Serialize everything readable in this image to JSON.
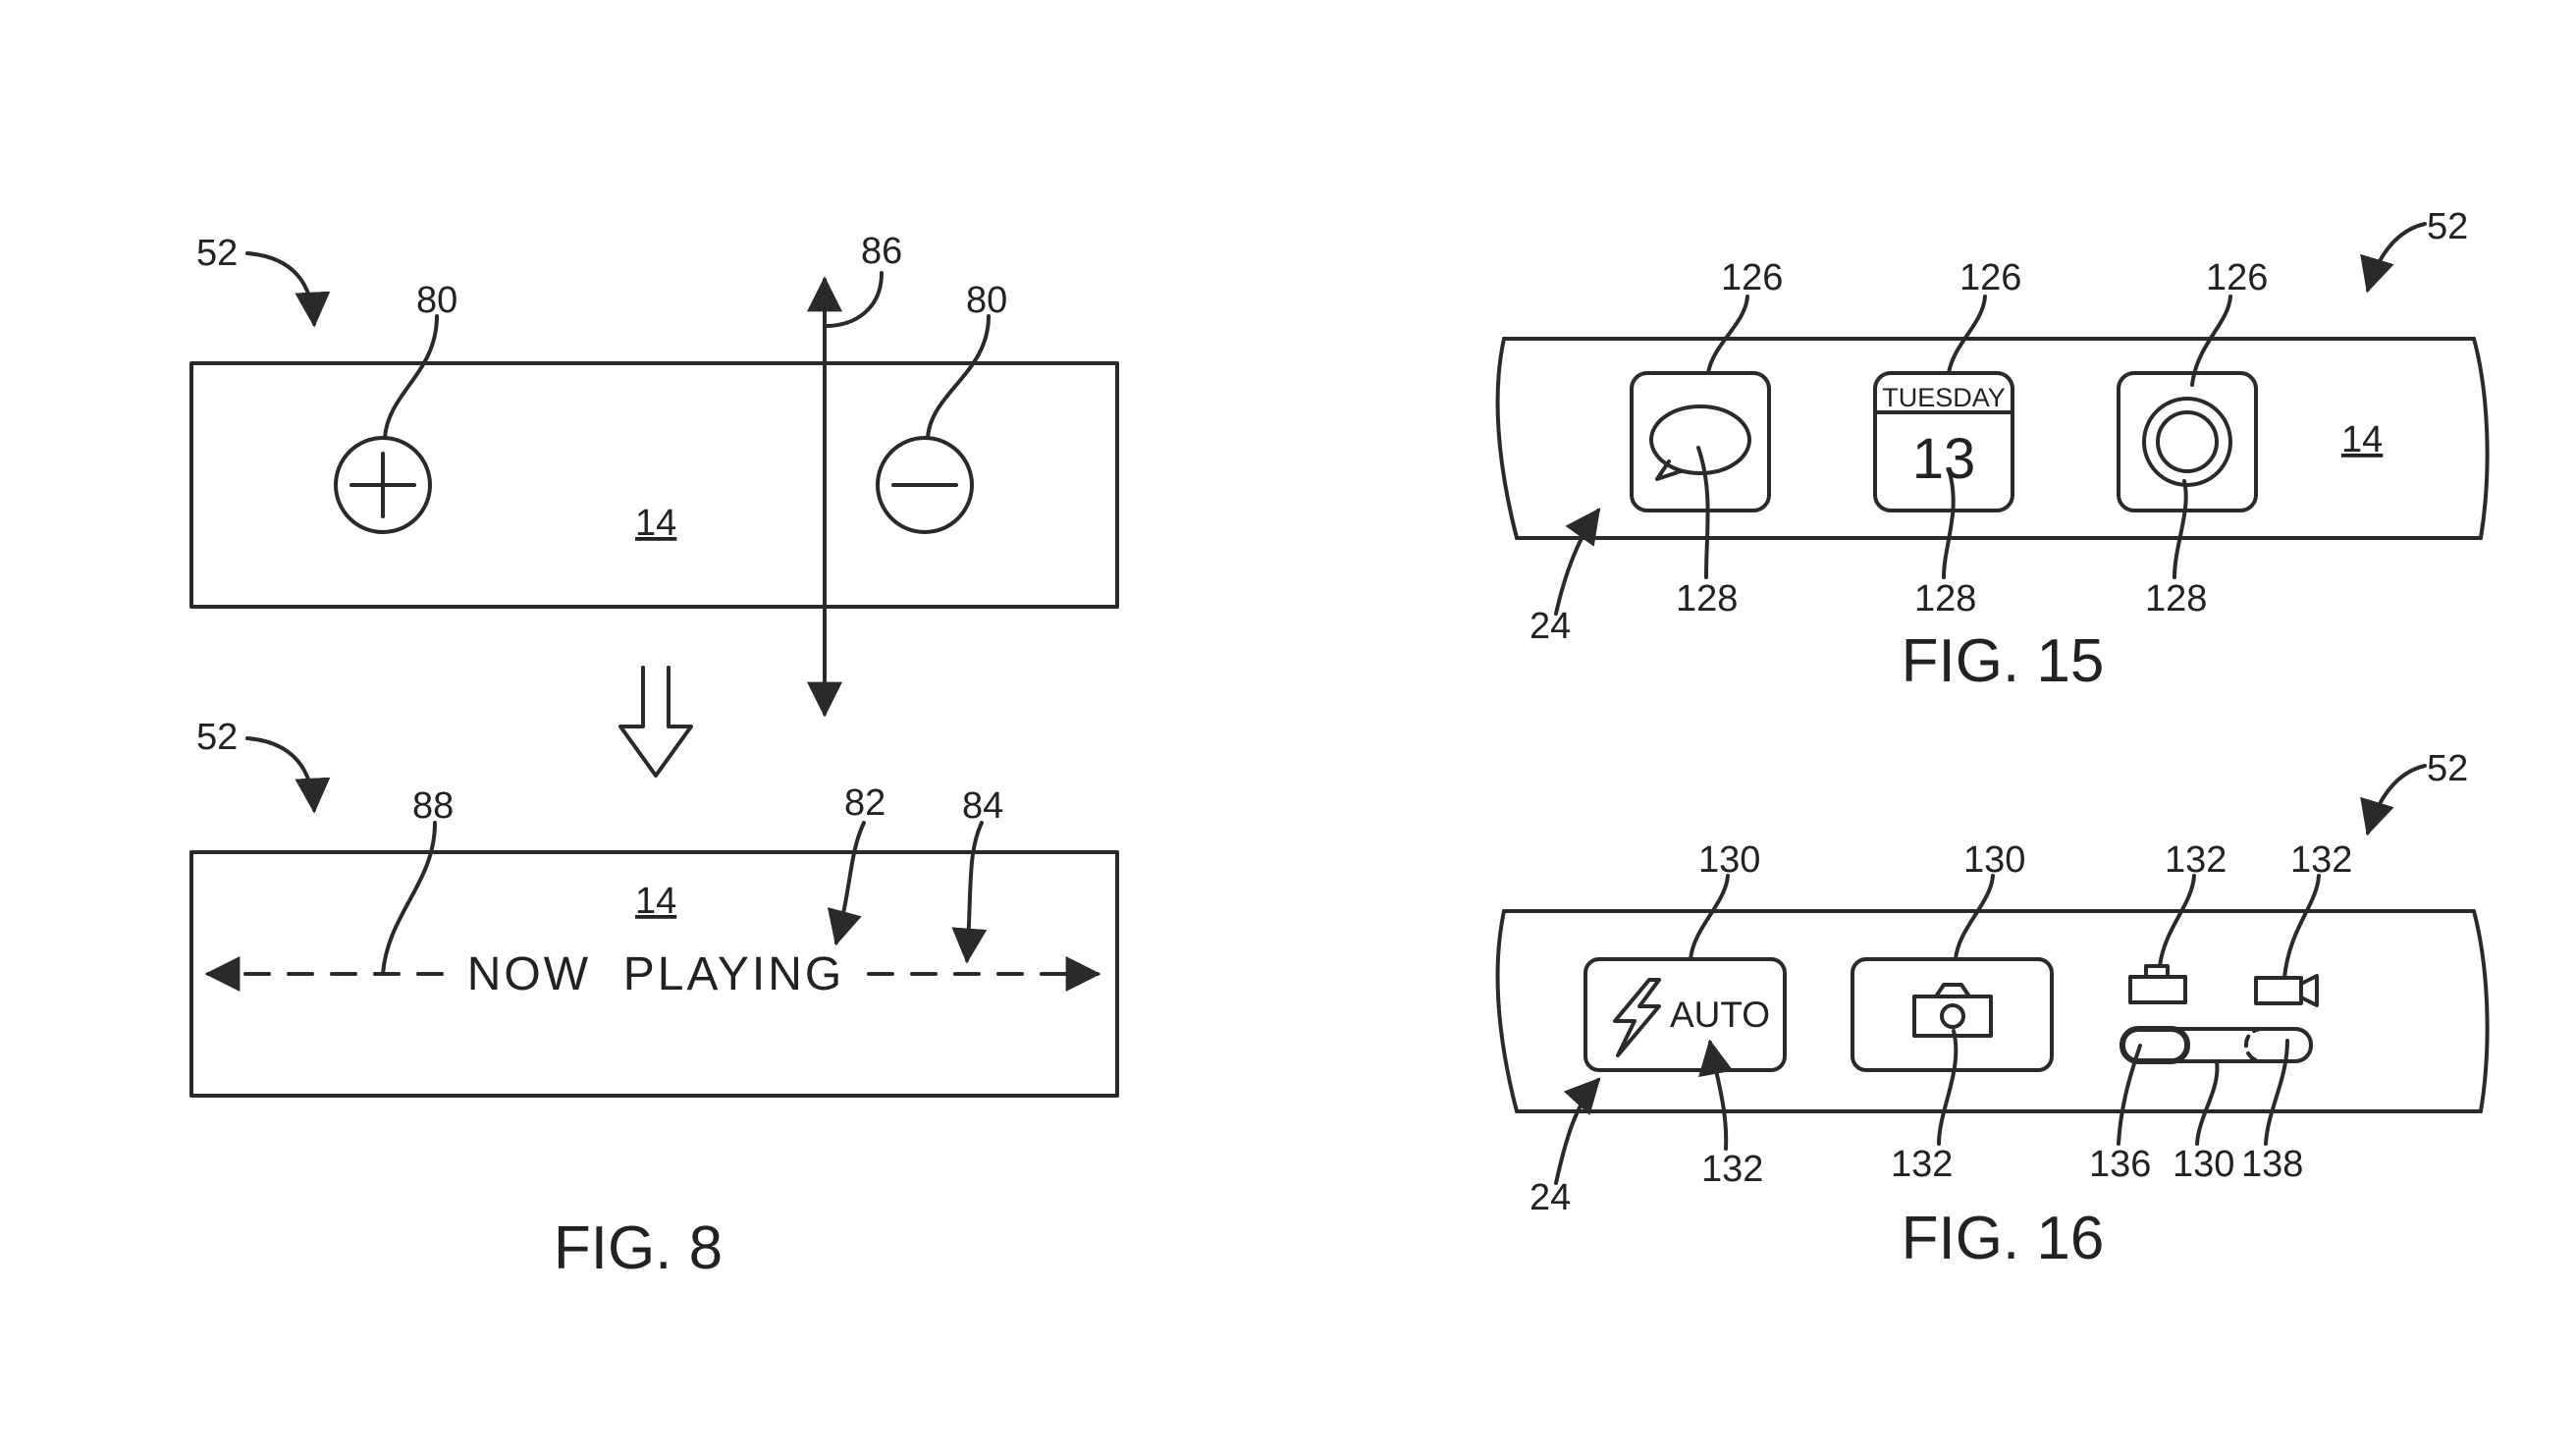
{
  "colors": {
    "ink": "#2a2a2a",
    "background": "#ffffff"
  },
  "fig8": {
    "caption": "FIG. 8",
    "top_panel": {
      "ref": "52",
      "surface_label": "14",
      "button_left_ref": "80",
      "button_right_ref": "80",
      "gesture_ref": "86",
      "plus_icon": "plus-circle-icon",
      "minus_icon": "minus-circle-icon"
    },
    "bottom_panel": {
      "ref": "52",
      "surface_label": "14",
      "text": "NOW  PLAYING",
      "ref_line": "88",
      "ref_text": "82",
      "ref_arrow": "84"
    }
  },
  "fig15": {
    "caption": "FIG. 15",
    "ref_band": "52",
    "ref_edge": "24",
    "surface_label": "14",
    "icons": [
      {
        "name": "message-bubble-icon",
        "ref_top": "126",
        "ref_bottom": "128"
      },
      {
        "name": "calendar-icon",
        "ref_top": "126",
        "ref_bottom": "128",
        "day": "TUESDAY",
        "date": "13"
      },
      {
        "name": "record-button-icon",
        "ref_top": "126",
        "ref_bottom": "128"
      }
    ]
  },
  "fig16": {
    "caption": "FIG. 16",
    "ref_band": "52",
    "ref_edge": "24",
    "flash_button": {
      "label": "AUTO",
      "ref_top": "130",
      "ref_bottom": "132",
      "icon": "lightning-icon"
    },
    "camera_button": {
      "ref_top": "130",
      "ref_bottom": "132",
      "icon": "camera-icon"
    },
    "mode_slider": {
      "ref_photo": "132",
      "ref_video": "132",
      "ref_knob": "136",
      "ref_track": "130",
      "ref_alt": "138",
      "photo_icon": "still-camera-small-icon",
      "video_icon": "video-camera-icon"
    }
  }
}
